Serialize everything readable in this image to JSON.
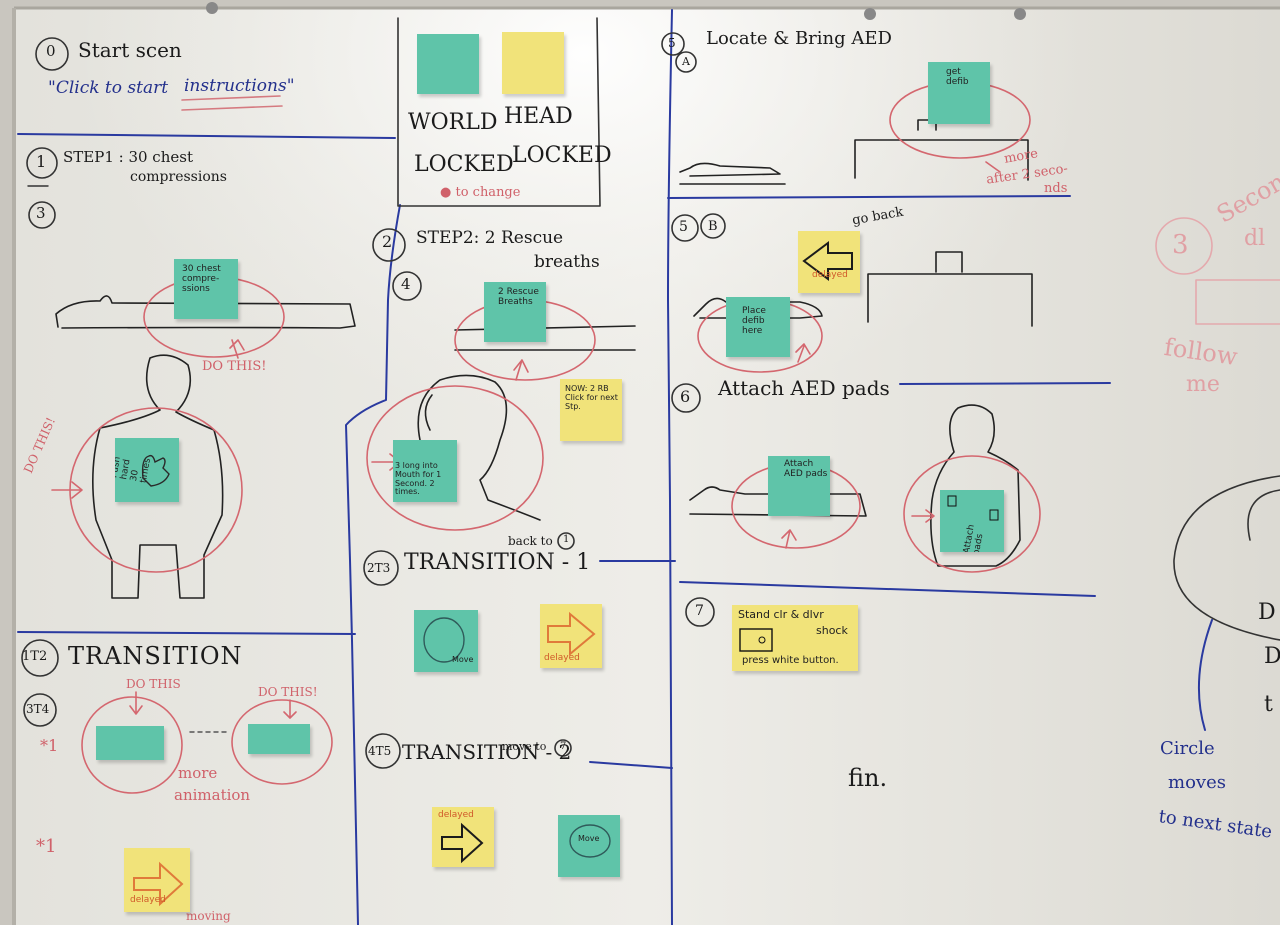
{
  "frame0": {
    "number": "0",
    "title": "Start scen",
    "instruction_a": "\"Click to start",
    "instruction_b": "instructions\""
  },
  "legend": {
    "world": "WORLD",
    "world2": "LOCKED",
    "head": "HEAD",
    "head2": "LOCKED",
    "note": "● to change"
  },
  "frame1": {
    "number": "1",
    "title": "STEP1 : 30 chest",
    "title2": "compressions",
    "sub": "3",
    "note_top": "30 chest compre-ssions",
    "note_hands": "Push hard 30 times",
    "do_this_top": "DO THIS!",
    "do_this_side": "DO THIS!"
  },
  "frame2": {
    "number": "2",
    "title": "STEP2: 2 Rescue",
    "title2": "breaths",
    "sub": "4",
    "note_top": "2 Rescue Breaths",
    "note_yellow": "NOW: 2 RB Click for next Stp.",
    "note_head": "3 long into Mouth for 1 Second. 2 times."
  },
  "frameT2": {
    "number": "1T2",
    "title": "TRANSITION",
    "sub": "3T4",
    "do_this_a": "DO THIS",
    "do_this_b": "DO THIS!",
    "star": "*1",
    "star2": "*1",
    "more": "more",
    "animation": "animation",
    "note_delayed": "delayed",
    "moving": "moving"
  },
  "frameT3": {
    "number": "2T3",
    "title": "TRANSITION - 1",
    "back_to": "back to",
    "back_num": "1",
    "note_green": "Move",
    "note_delayed": "delayed"
  },
  "frameT5": {
    "number": "4T5",
    "title": "TRANSITION - 2",
    "move_to": "move to",
    "move_num": "7",
    "note_delayed": "delayed",
    "note_move": "Move"
  },
  "frame5a": {
    "number": "5",
    "sub": "A",
    "title": "Locate & Bring AED",
    "note": "get defib",
    "more": "more",
    "after": "after 2 seco-",
    "after2": "nds"
  },
  "frame5b": {
    "number": "5",
    "sub": "B",
    "goback": "go back",
    "note_delayed": "delayed",
    "note_place": "Place defib here"
  },
  "frame6": {
    "number": "6",
    "title": "Attach AED pads",
    "note_table": "Attach AED pads",
    "note_body": "Attach pads"
  },
  "frame7": {
    "number": "7",
    "note_line1": "Stand clr & dlvr",
    "note_line2": "shock",
    "note_line3": "press white button.",
    "fin": "fin."
  },
  "right_edge": {
    "num": "3",
    "se": "Secon",
    "dl": "dl",
    "follow": "follow",
    "me": "me",
    "circle": "Circle",
    "moves": "moves",
    "next": "to next state",
    "d1": "D",
    "d2": "D",
    "d3": "t"
  },
  "colors": {
    "board": "#ecebe6",
    "teal_note": "#5fc4a9",
    "yellow_note": "#f1e37a",
    "blue_marker": "#23308c",
    "red_marker": "#d0616a"
  }
}
